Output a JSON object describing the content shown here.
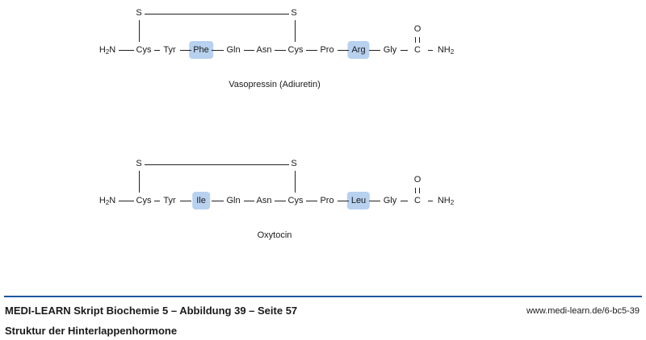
{
  "molecules": [
    {
      "name": "Vasopressin (Adiuretin)",
      "residues": [
        "Cys",
        "Tyr",
        "Phe",
        "Gln",
        "Asn",
        "Cys",
        "Pro",
        "Arg",
        "Gly"
      ],
      "highlighted": [
        2,
        7
      ]
    },
    {
      "name": "Oxytocin",
      "residues": [
        "Cys",
        "Tyr",
        "Ile",
        "Gln",
        "Asn",
        "Cys",
        "Pro",
        "Leu",
        "Gly"
      ],
      "highlighted": [
        2,
        7
      ]
    }
  ],
  "labels": {
    "n_term": "H",
    "n_term_sub": "2",
    "n_term_n": "N",
    "c_atom": "C",
    "o_atom": "O",
    "nh": "NH",
    "nh_sub": "2",
    "sulfur": "S"
  },
  "footer": {
    "title": "MEDI-LEARN Skript Biochemie 5 – Abbildung 39 – Seite 57",
    "subtitle": "Struktur der Hinterlappenhormone",
    "url": "www.medi-learn.de/6-bc5-39"
  },
  "colors": {
    "highlight": "#b7d1ef",
    "rule": "#1d56a3"
  }
}
